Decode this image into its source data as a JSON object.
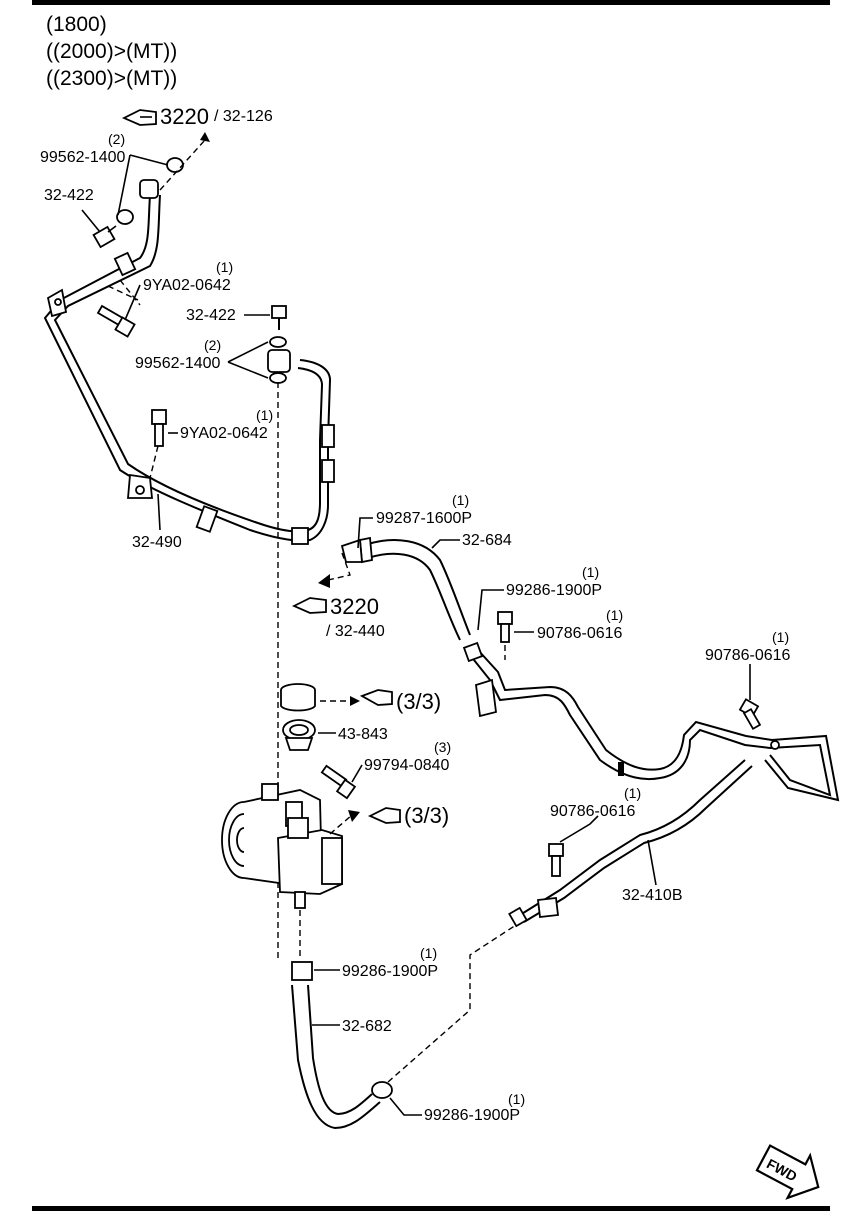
{
  "header": {
    "line1": "(1800)",
    "line2": "((2000)>(MT))",
    "line3": "((2300)>(MT))"
  },
  "refs": {
    "ref_3220_top_num": "3220",
    "ref_3220_top_sub": "/ 32-126",
    "ref_3220_mid_num": "3220",
    "ref_3220_mid_sub": "/ 32-440",
    "ref_33_a": "(3/3)",
    "ref_33_b": "(3/3)"
  },
  "parts": [
    {
      "id": "p1",
      "qty": "(2)",
      "number": "99562-1400"
    },
    {
      "id": "p2",
      "qty": "",
      "number": "32-422"
    },
    {
      "id": "p3",
      "qty": "(1)",
      "number": "9YA02-0642"
    },
    {
      "id": "p4",
      "qty": "",
      "number": "32-422"
    },
    {
      "id": "p5",
      "qty": "(2)",
      "number": "99562-1400"
    },
    {
      "id": "p6",
      "qty": "(1)",
      "number": "9YA02-0642"
    },
    {
      "id": "p7",
      "qty": "",
      "number": "32-490"
    },
    {
      "id": "p8",
      "qty": "(1)",
      "number": "99287-1600P"
    },
    {
      "id": "p9",
      "qty": "",
      "number": "32-684"
    },
    {
      "id": "p10",
      "qty": "(1)",
      "number": "99286-1900P"
    },
    {
      "id": "p11",
      "qty": "(1)",
      "number": "90786-0616"
    },
    {
      "id": "p12",
      "qty": "(1)",
      "number": "90786-0616"
    },
    {
      "id": "p13",
      "qty": "",
      "number": "43-843"
    },
    {
      "id": "p14",
      "qty": "(3)",
      "number": "99794-0840"
    },
    {
      "id": "p15",
      "qty": "(1)",
      "number": "90786-0616"
    },
    {
      "id": "p16",
      "qty": "",
      "number": "32-410B"
    },
    {
      "id": "p17",
      "qty": "(1)",
      "number": "99286-1900P"
    },
    {
      "id": "p18",
      "qty": "",
      "number": "32-682"
    },
    {
      "id": "p19",
      "qty": "(1)",
      "number": "99286-1900P"
    }
  ],
  "fwd_label": "FWD"
}
